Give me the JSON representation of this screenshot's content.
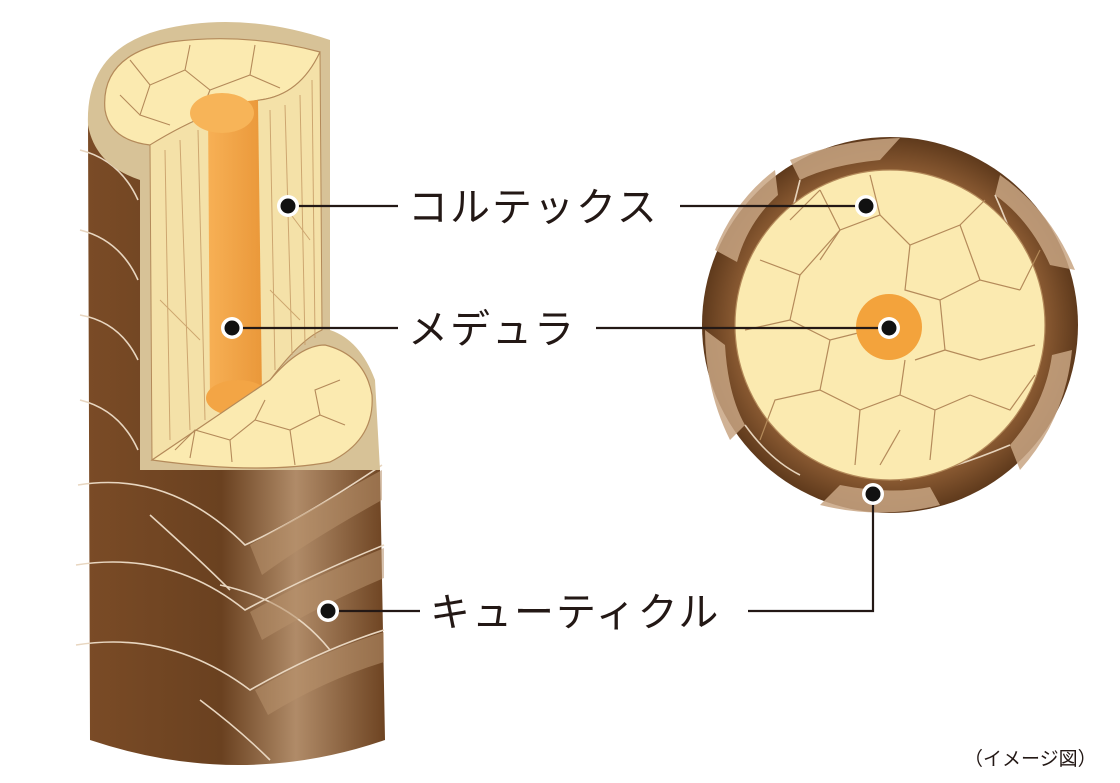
{
  "labels": {
    "cortex": "コルテックス",
    "medulla": "メデュラ",
    "cuticle": "キューティクル"
  },
  "note": "（イメージ図）",
  "colors": {
    "cuticle_dark": "#6e4422",
    "cuticle_mid": "#8a5a32",
    "cuticle_light": "#c8a582",
    "cortex_fill": "#fbeab0",
    "cortex_side": "#f0dca6",
    "cell_line": "#b48a5a",
    "medulla": "#f0a040",
    "medulla_light": "#f7b458",
    "rim": "#d9c49a"
  }
}
